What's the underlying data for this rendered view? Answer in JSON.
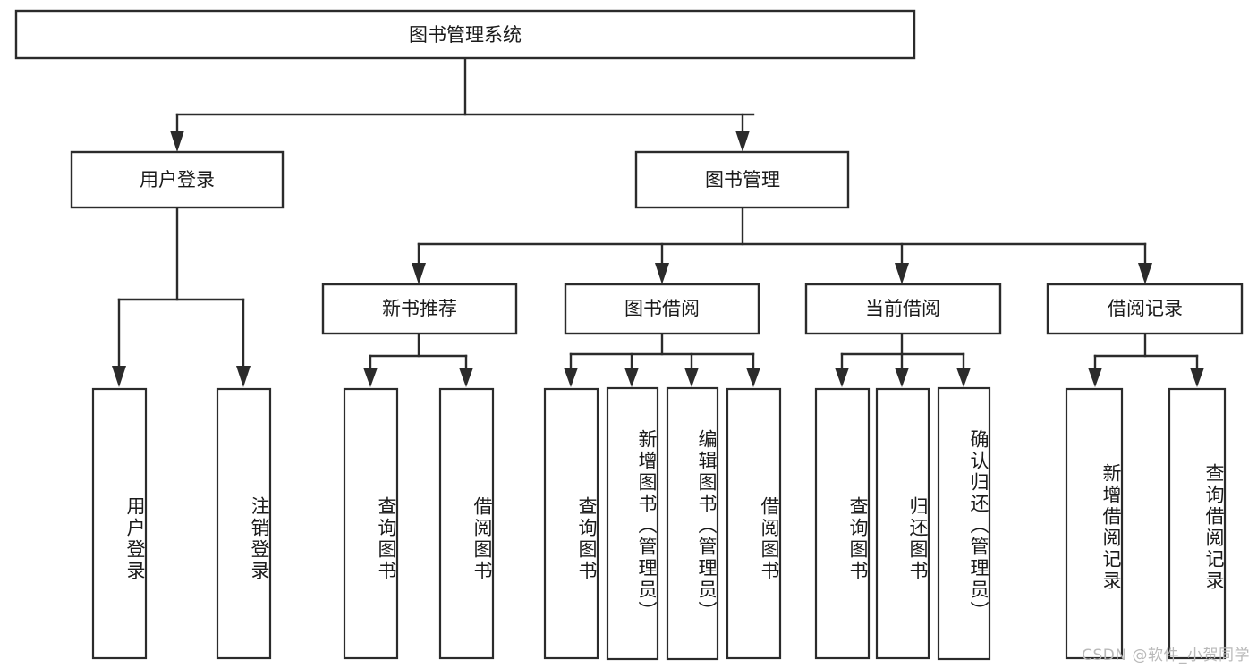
{
  "diagram": {
    "type": "tree-hierarchy-flowchart",
    "title": "图书管理系统",
    "orientation": "top-down",
    "colors": {
      "stroke": "#2b2b2b",
      "node_fill": "#ffffff",
      "text": "#1a1a1a",
      "background": "#ffffff",
      "watermark": "#b9b9b9"
    },
    "levels": {
      "root": {
        "label": "图书管理系统",
        "orientation": "horizontal"
      },
      "level2": [
        {
          "id": "user-login",
          "label": "用户登录",
          "orientation": "horizontal"
        },
        {
          "id": "book-management",
          "label": "图书管理",
          "orientation": "horizontal"
        }
      ],
      "level3": [
        {
          "id": "new-book-recommend",
          "label": "新书推荐",
          "orientation": "horizontal",
          "parent": "book-management"
        },
        {
          "id": "book-borrow",
          "label": "图书借阅",
          "orientation": "horizontal",
          "parent": "book-management"
        },
        {
          "id": "current-borrow",
          "label": "当前借阅",
          "orientation": "horizontal",
          "parent": "book-management"
        },
        {
          "id": "borrow-record",
          "label": "借阅记录",
          "orientation": "horizontal",
          "parent": "book-management"
        }
      ],
      "leaves": [
        {
          "id": "leaf-user-login",
          "label": "用户登录",
          "orientation": "vertical",
          "parent": "user-login"
        },
        {
          "id": "leaf-logout-login",
          "label": "注销登录",
          "orientation": "vertical",
          "parent": "user-login"
        },
        {
          "id": "leaf-query-book-1",
          "label": "查询图书",
          "orientation": "vertical",
          "parent": "new-book-recommend"
        },
        {
          "id": "leaf-borrow-book-1",
          "label": "借阅图书",
          "orientation": "vertical",
          "parent": "new-book-recommend"
        },
        {
          "id": "leaf-query-book-2",
          "label": "查询图书",
          "orientation": "vertical",
          "parent": "book-borrow"
        },
        {
          "id": "leaf-add-book-admin",
          "label": "新增图书（管理员）",
          "orientation": "vertical",
          "parent": "book-borrow"
        },
        {
          "id": "leaf-edit-book-admin",
          "label": "编辑图书（管理员）",
          "orientation": "vertical",
          "parent": "book-borrow"
        },
        {
          "id": "leaf-borrow-book-2",
          "label": "借阅图书",
          "orientation": "vertical",
          "parent": "book-borrow"
        },
        {
          "id": "leaf-query-book-3",
          "label": "查询图书",
          "orientation": "vertical",
          "parent": "current-borrow"
        },
        {
          "id": "leaf-return-book",
          "label": "归还图书",
          "orientation": "vertical",
          "parent": "current-borrow"
        },
        {
          "id": "leaf-confirm-return-admin",
          "label": "确认归还（管理员）",
          "orientation": "vertical",
          "parent": "current-borrow"
        },
        {
          "id": "leaf-add-borrow-record",
          "label": "新增借阅记录",
          "orientation": "vertical",
          "parent": "borrow-record"
        },
        {
          "id": "leaf-query-borrow-record",
          "label": "查询借阅记录",
          "orientation": "vertical",
          "parent": "borrow-record"
        }
      ]
    }
  },
  "watermark": {
    "text": "CSDN @软件_小贺同学"
  }
}
